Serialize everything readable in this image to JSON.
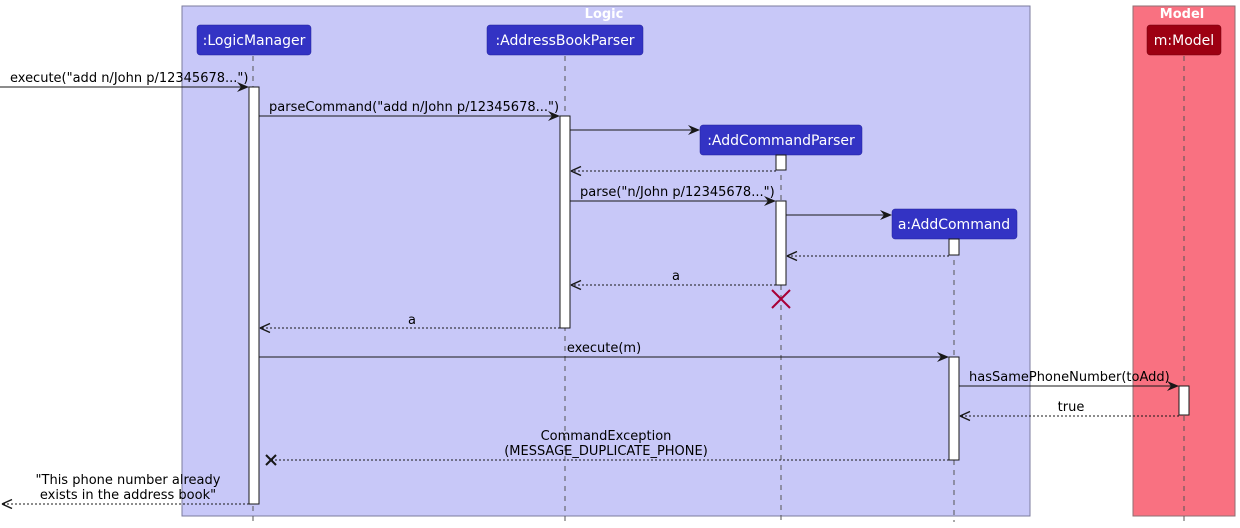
{
  "diagram": {
    "type": "sequence",
    "colors": {
      "logic_box_fill": "#C8C8F8",
      "logic_box_stroke": "#7B7B9E",
      "model_box_fill": "#F97181",
      "model_box_stroke": "#8F6E73",
      "logic_participant_fill": "#3333C4",
      "model_participant_fill": "#9D0012",
      "line_color": "#181818",
      "destroy_color": "#A80036"
    },
    "boxes": [
      {
        "id": "logic",
        "title": "Logic"
      },
      {
        "id": "model",
        "title": "Model"
      }
    ],
    "participants": [
      {
        "id": "lm",
        "label": ":LogicManager",
        "box": "logic"
      },
      {
        "id": "abp",
        "label": ":AddressBookParser",
        "box": "logic"
      },
      {
        "id": "acp",
        "label": ":AddCommandParser",
        "box": "logic",
        "created": true
      },
      {
        "id": "ac",
        "label": "a:AddCommand",
        "box": "logic",
        "created": true
      },
      {
        "id": "m",
        "label": "m:Model",
        "box": "model"
      }
    ],
    "messages": [
      {
        "from": "external",
        "to": "lm",
        "label": "execute(\"add n/John p/12345678...\")",
        "kind": "sync"
      },
      {
        "from": "lm",
        "to": "abp",
        "label": "parseCommand(\"add n/John p/12345678...\")",
        "kind": "sync"
      },
      {
        "from": "abp",
        "to": "acp",
        "label": "",
        "kind": "create"
      },
      {
        "from": "acp",
        "to": "abp",
        "label": "",
        "kind": "return"
      },
      {
        "from": "abp",
        "to": "acp",
        "label": "parse(\"n/John p/12345678...\")",
        "kind": "sync"
      },
      {
        "from": "acp",
        "to": "ac",
        "label": "",
        "kind": "create"
      },
      {
        "from": "ac",
        "to": "acp",
        "label": "",
        "kind": "return"
      },
      {
        "from": "acp",
        "to": "abp",
        "label": "a",
        "kind": "return"
      },
      {
        "from": "abp",
        "to": "lm",
        "label": "a",
        "kind": "return"
      },
      {
        "from": "lm",
        "to": "ac",
        "label": "execute(m)",
        "kind": "sync"
      },
      {
        "from": "ac",
        "to": "m",
        "label": "hasSamePhoneNumber(toAdd)",
        "kind": "sync"
      },
      {
        "from": "m",
        "to": "ac",
        "label": "true",
        "kind": "return"
      },
      {
        "from": "ac",
        "to": "lm",
        "label": "CommandException\n(MESSAGE_DUPLICATE_PHONE)",
        "kind": "lost-return"
      },
      {
        "from": "lm",
        "to": "external",
        "label": "\"This phone number already\nexists in the address book\"",
        "kind": "return"
      }
    ],
    "destroyed": [
      "acp"
    ]
  }
}
